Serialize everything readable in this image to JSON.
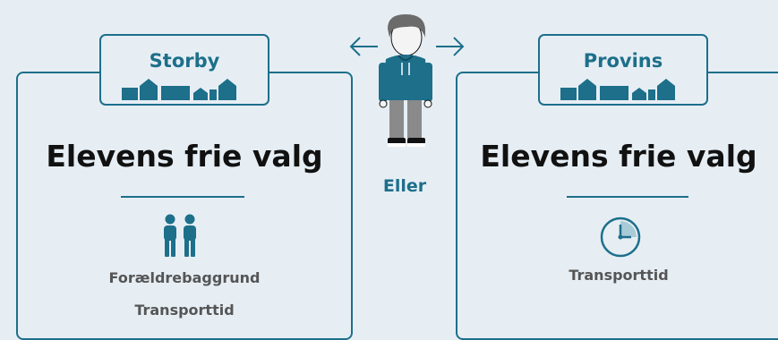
{
  "left": {
    "tab_label": "Storby",
    "heading": "Elevens frie valg",
    "items": [
      "Forældrebaggrund",
      "Transporttid"
    ]
  },
  "right": {
    "tab_label": "Provins",
    "heading": "Elevens frie valg",
    "items": [
      "Transporttid"
    ]
  },
  "center": {
    "label": "Eller"
  },
  "icons": {
    "student": "student-figure-icon",
    "arrow_left": "arrow-left-icon",
    "arrow_right": "arrow-right-icon",
    "skyline": "city-skyline-icon",
    "parents": "parents-icon",
    "clock": "clock-icon"
  },
  "colors": {
    "accent": "#1d6f8a",
    "background": "#e6eef4",
    "text": "#111111",
    "muted": "#555555"
  }
}
